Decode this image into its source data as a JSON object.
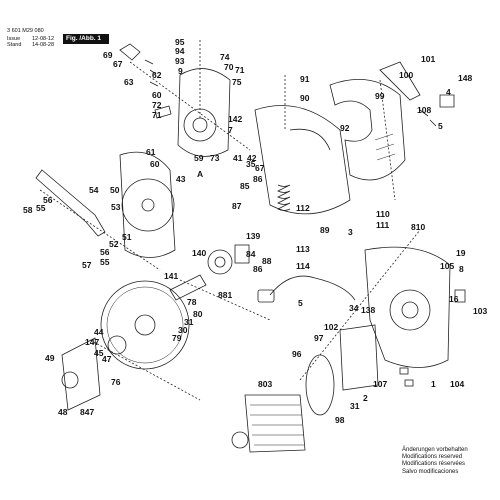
{
  "header": {
    "doc_number": "3 601 M29 080",
    "issue_label": "Issue",
    "issue_date": "12-08-12",
    "stand_label": "Stand",
    "stand_date": "14-08-28",
    "figure_label": "Fig. /Abb. 1"
  },
  "parts": [
    {
      "num": "69"
    },
    {
      "num": "67"
    },
    {
      "num": "63"
    },
    {
      "num": "62"
    },
    {
      "num": "60"
    },
    {
      "num": "72"
    },
    {
      "num": "71"
    },
    {
      "num": "95"
    },
    {
      "num": "94"
    },
    {
      "num": "93"
    },
    {
      "num": "9"
    },
    {
      "num": "74"
    },
    {
      "num": "70"
    },
    {
      "num": "71"
    },
    {
      "num": "75"
    },
    {
      "num": "91"
    },
    {
      "num": "90"
    },
    {
      "num": "100"
    },
    {
      "num": "101"
    },
    {
      "num": "148"
    },
    {
      "num": "99"
    },
    {
      "num": "108"
    },
    {
      "num": "4"
    },
    {
      "num": "5"
    },
    {
      "num": "142"
    },
    {
      "num": "7"
    },
    {
      "num": "92"
    },
    {
      "num": "61"
    },
    {
      "num": "60"
    },
    {
      "num": "59"
    },
    {
      "num": "73"
    },
    {
      "num": "41"
    },
    {
      "num": "42"
    },
    {
      "num": "43"
    },
    {
      "num": "A"
    },
    {
      "num": "35"
    },
    {
      "num": "67"
    },
    {
      "num": "86"
    },
    {
      "num": "85"
    },
    {
      "num": "50"
    },
    {
      "num": "54"
    },
    {
      "num": "56"
    },
    {
      "num": "58"
    },
    {
      "num": "55"
    },
    {
      "num": "53"
    },
    {
      "num": "51"
    },
    {
      "num": "52"
    },
    {
      "num": "57"
    },
    {
      "num": "56"
    },
    {
      "num": "55"
    },
    {
      "num": "87"
    },
    {
      "num": "112"
    },
    {
      "num": "89"
    },
    {
      "num": "110"
    },
    {
      "num": "111"
    },
    {
      "num": "3"
    },
    {
      "num": "139"
    },
    {
      "num": "84"
    },
    {
      "num": "88"
    },
    {
      "num": "86"
    },
    {
      "num": "113"
    },
    {
      "num": "114"
    },
    {
      "num": "140"
    },
    {
      "num": "141"
    },
    {
      "num": "881"
    },
    {
      "num": "78"
    },
    {
      "num": "80"
    },
    {
      "num": "31"
    },
    {
      "num": "30"
    },
    {
      "num": "79"
    },
    {
      "num": "810"
    },
    {
      "num": "19"
    },
    {
      "num": "105"
    },
    {
      "num": "8"
    },
    {
      "num": "16"
    },
    {
      "num": "103"
    },
    {
      "num": "1"
    },
    {
      "num": "104"
    },
    {
      "num": "5"
    },
    {
      "num": "102"
    },
    {
      "num": "34"
    },
    {
      "num": "138"
    },
    {
      "num": "97"
    },
    {
      "num": "96"
    },
    {
      "num": "107"
    },
    {
      "num": "2"
    },
    {
      "num": "803"
    },
    {
      "num": "98"
    },
    {
      "num": "31"
    },
    {
      "num": "44"
    },
    {
      "num": "147"
    },
    {
      "num": "45"
    },
    {
      "num": "47"
    },
    {
      "num": "76"
    },
    {
      "num": "49"
    },
    {
      "num": "48"
    },
    {
      "num": "847"
    }
  ],
  "notes": [
    "Änderungen vorbehalten",
    "Modifications reserved",
    "Modifications réservées",
    "Salvo modificaciones"
  ]
}
